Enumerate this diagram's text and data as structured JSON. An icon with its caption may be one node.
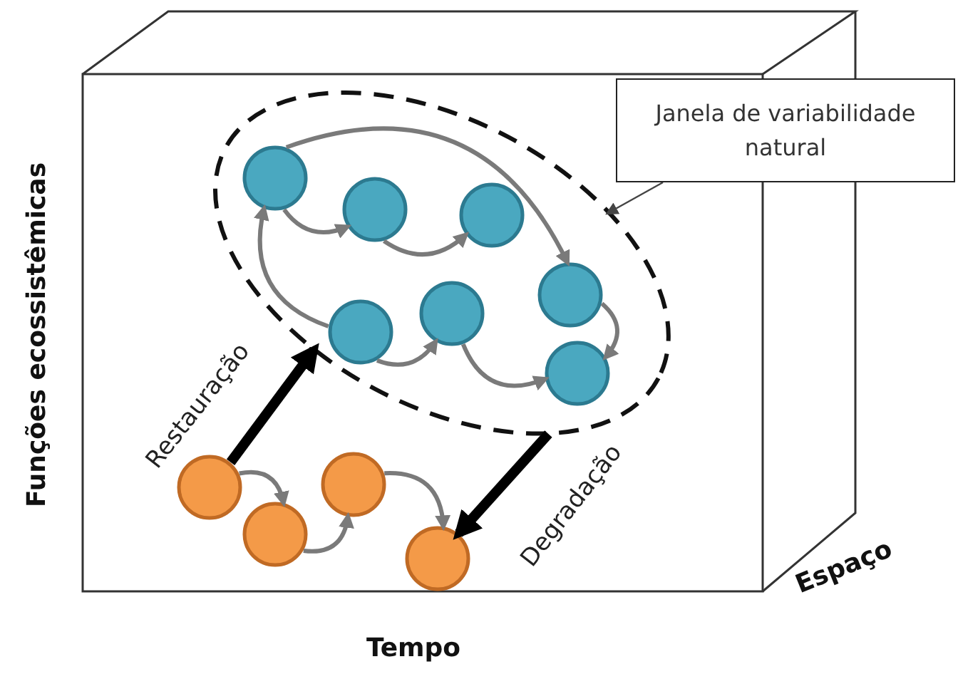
{
  "diagram": {
    "nodes": [
      {
        "text": [
          "Janela de variabilidade natural"
        ]
      },
      {
        "text": [],
        "shape": "ellipse"
      },
      {
        "text": [],
        "shape": "circle",
        "in": 1
      },
      {
        "text": [],
        "shape": "circle",
        "in": 1
      },
      {
        "text": [],
        "shape": "circle",
        "in": 1
      },
      {
        "text": [],
        "shape": "circle",
        "in": 1
      },
      {
        "text": [],
        "shape": "circle",
        "in": 1
      },
      {
        "text": [],
        "shape": "circle",
        "in": 1
      },
      {
        "text": [],
        "shape": "circle",
        "in": 1
      },
      {
        "text": [],
        "shape": "circle"
      },
      {
        "text": [],
        "shape": "circle"
      },
      {
        "text": [],
        "shape": "circle"
      },
      {
        "text": [],
        "shape": "circle"
      }
    ],
    "edges": [
      {
        "from": 0,
        "to": 1,
        "arrow": "to"
      },
      {
        "from": 2,
        "to": 3,
        "arrow": "to"
      },
      {
        "from": 3,
        "to": 4,
        "arrow": "to"
      },
      {
        "from": 2,
        "to": 5,
        "arrow": "to"
      },
      {
        "from": 5,
        "to": 8,
        "arrow": "to"
      },
      {
        "from": 7,
        "to": 6,
        "arrow": "to"
      },
      {
        "from": 6,
        "to": 8,
        "arrow": "to"
      },
      {
        "from": 7,
        "to": 2,
        "arrow": "to"
      },
      {
        "from": 9,
        "to": 10,
        "arrow": "to"
      },
      {
        "from": 10,
        "to": 11,
        "arrow": "to"
      },
      {
        "from": 11,
        "to": 12,
        "arrow": "to"
      },
      {
        "from": 9,
        "to": 1,
        "arrow": "to",
        "label": "Restauração",
        "style": "thick",
        "color": "#000000"
      },
      {
        "from": 1,
        "to": 12,
        "arrow": "to",
        "label": "Degradação",
        "style": "thick",
        "color": "#000000"
      }
    ],
    "labels": [
      "Funções ecossistêmicas",
      "Tempo",
      "Espaço"
    ]
  }
}
